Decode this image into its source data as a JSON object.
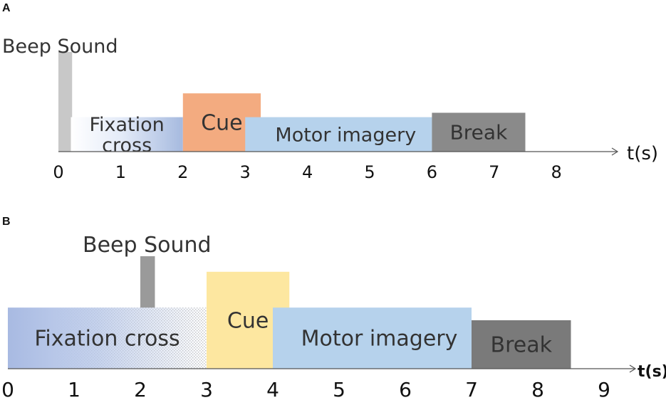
{
  "panels": [
    {
      "letter": "A",
      "beep_label": "Beep Sound",
      "axis_label": "t(s)",
      "ticks": [
        "0",
        "1",
        "2",
        "3",
        "4",
        "5",
        "6",
        "7",
        "8"
      ],
      "segments": [
        {
          "label": "Fixation cross",
          "lines": [
            "Fixation",
            "cross"
          ],
          "start": 0.2,
          "end": 2.0,
          "height": 0.55
        },
        {
          "label": "Cue",
          "lines": [
            "Cue"
          ],
          "start": 2.0,
          "end": 3.25,
          "height": 0.93
        },
        {
          "label": "Motor imagery",
          "lines": [
            "Motor imagery"
          ],
          "start": 3.0,
          "end": 6.0,
          "height": 0.55
        },
        {
          "label": "Break",
          "lines": [
            "Break"
          ],
          "start": 6.0,
          "end": 7.5,
          "height": 0.62
        }
      ],
      "beep": {
        "start": 0.0,
        "end": 0.22
      }
    },
    {
      "letter": "B",
      "beep_label": "Beep Sound",
      "axis_label": "t(s)",
      "ticks": [
        "0",
        "1",
        "2",
        "3",
        "4",
        "5",
        "6",
        "7",
        "8",
        "9"
      ],
      "segments": [
        {
          "label": "Fixation cross",
          "lines": [
            "Fixation cross"
          ],
          "start": 0.0,
          "end": 3.0,
          "height": 0.58
        },
        {
          "label": "Cue",
          "lines": [
            "Cue"
          ],
          "start": 3.0,
          "end": 4.25,
          "height": 0.92
        },
        {
          "label": "Motor imagery",
          "lines": [
            "Motor imagery"
          ],
          "start": 4.0,
          "end": 7.0,
          "height": 0.58
        },
        {
          "label": "Break",
          "lines": [
            "Break"
          ],
          "start": 7.0,
          "end": 8.5,
          "height": 0.46
        }
      ],
      "beep": {
        "start": 2.0,
        "end": 2.22
      }
    }
  ],
  "colors": {
    "fixation_a": "#aabde6",
    "fixation_b": "#a3b6e0",
    "cue_a": "#f3ab80",
    "cue_b": "#fde7a0",
    "motor": "#b6d2ec",
    "break_a": "#8a8a8a",
    "break_b": "#7a7a7a",
    "beep_a": "#c8c8c8",
    "beep_b": "#9a9a9a",
    "axis": "#555555"
  }
}
